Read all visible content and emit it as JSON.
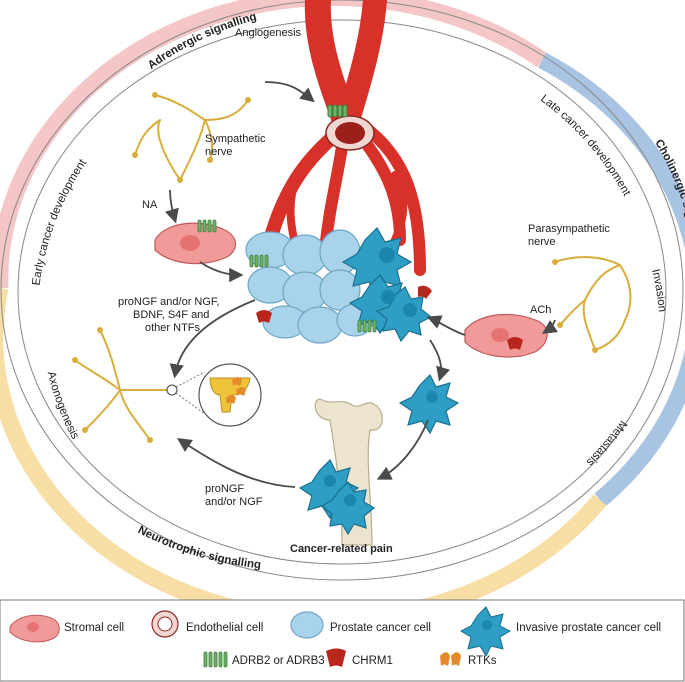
{
  "rings": {
    "adrenergic": {
      "label": "Adrenergic signalling",
      "color": "#f4c6c6"
    },
    "cholinergic": {
      "label": "Cholinergic signalling",
      "color": "#a9c4e3"
    },
    "neurotrophic": {
      "label": "Neurotrophic signalling",
      "color": "#f7dea4"
    }
  },
  "stages": {
    "early": "Early cancer development",
    "late": "Late cancer development",
    "invasion": "Invasion",
    "metastasis": "Metastasis",
    "axonogenesis": "Axonogenesis",
    "angiogenesis": "Angiogenesis"
  },
  "labels": {
    "sympathetic_1": "Sympathetic",
    "sympathetic_2": "nerve",
    "parasympathetic_1": "Parasympathetic",
    "parasympathetic_2": "nerve",
    "na": "NA",
    "ach": "ACh",
    "ntf_1": "proNGF and/or NGF,",
    "ntf_2": "BDNF, S4F and",
    "ntf_3": "other NTFs",
    "pro_1": "proNGF",
    "pro_2": "and/or NGF",
    "pain": "Cancer-related pain"
  },
  "legend": [
    {
      "icon": "stromal",
      "label": "Stromal cell"
    },
    {
      "icon": "endothelial",
      "label": "Endothelial cell"
    },
    {
      "icon": "prostate",
      "label": "Prostate cancer cell"
    },
    {
      "icon": "invasive",
      "label": "Invasive prostate cancer cell"
    },
    {
      "icon": "adrb",
      "label": "ADRB2 or ADRB3"
    },
    {
      "icon": "chrm1",
      "label": "CHRM1"
    },
    {
      "icon": "rtk",
      "label": "RTKs"
    }
  ],
  "colors": {
    "vessel": "#d8312a",
    "nerve": "#d8ad3c",
    "prostate": "#a9d3ea",
    "invasive": "#2f9ec4",
    "stromal": "#f19a9a",
    "receptor": "#6fb26a",
    "chrm1": "#b8261e",
    "rtk": "#e38a2a",
    "bone": "#ece4cf"
  }
}
